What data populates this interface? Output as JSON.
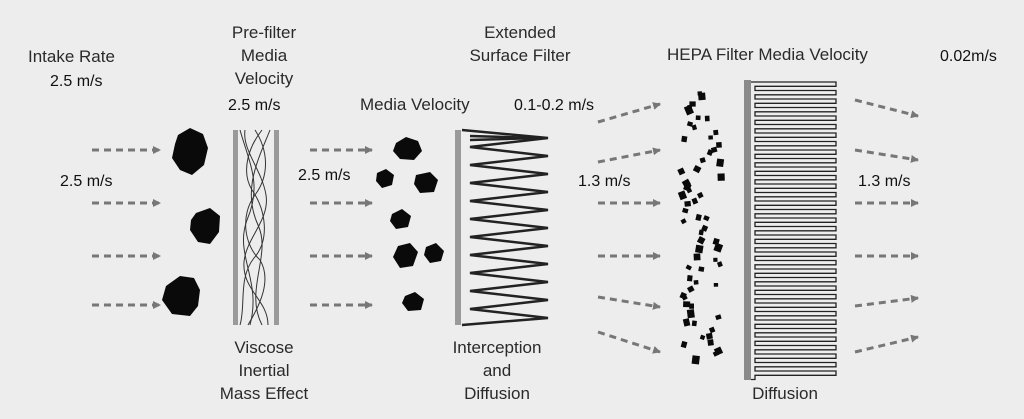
{
  "intake": {
    "title": "Intake Rate",
    "value": "2.5 m/s",
    "flow": "2.5 m/s"
  },
  "prefilter": {
    "title_lines": [
      "Pre-filter",
      "Media",
      "Velocity"
    ],
    "value": "2.5 m/s",
    "flow_after": "2.5 m/s",
    "effect_lines": [
      "Viscose",
      "Inertial",
      "Mass Effect"
    ]
  },
  "extended": {
    "title_lines": [
      "Extended",
      "Surface Filter"
    ],
    "media_label": "Media Velocity",
    "media_value": "0.1-0.2 m/s",
    "flow_after": "1.3 m/s",
    "effect_lines": [
      "Interception",
      "and",
      "Diffusion"
    ]
  },
  "hepa": {
    "title": "HEPA Filter Media Velocity",
    "value": "0.02m/s",
    "flow_after": "1.3 m/s",
    "effect": "Diffusion"
  },
  "colors": {
    "background": "#ededed",
    "arrow": "#777777",
    "particle": "#0a0a0a",
    "frame": "#8a8a8a"
  }
}
